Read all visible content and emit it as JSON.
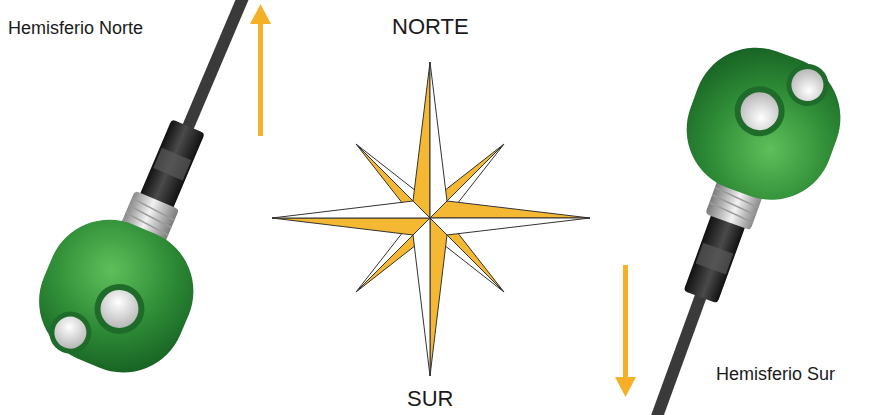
{
  "diagram": {
    "labels": [
      "Hemisferio Norte",
      "NORTE",
      "SUR",
      "Hemisferio Sur"
    ]
  }
}
